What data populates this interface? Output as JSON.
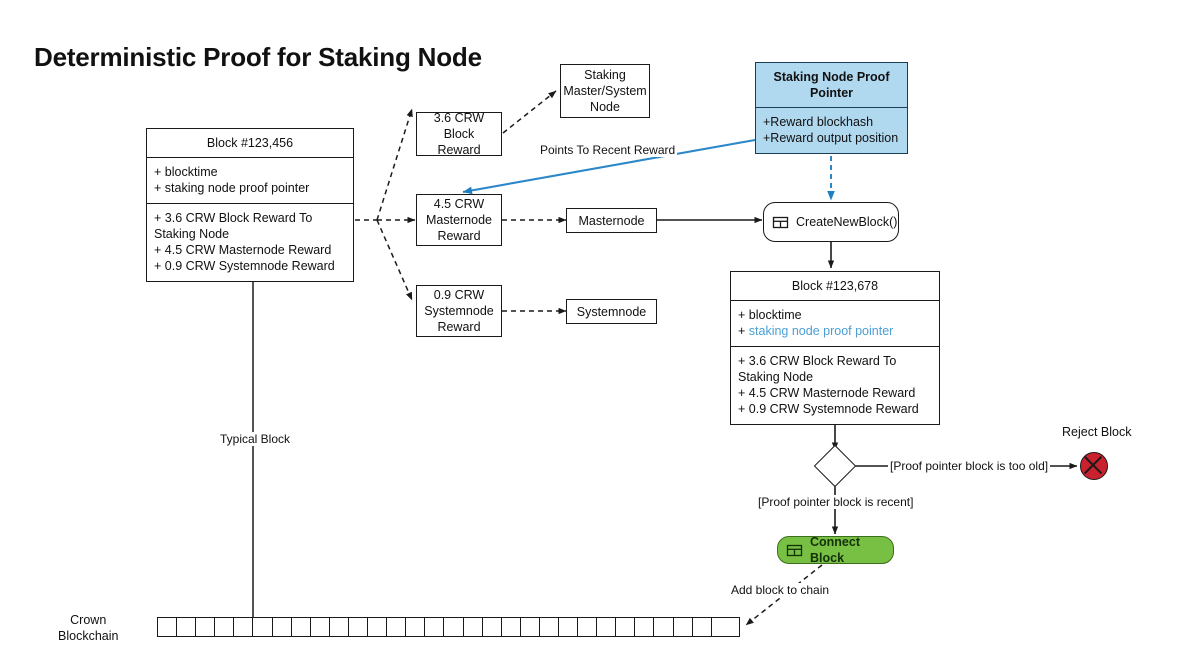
{
  "page": {
    "title": "Deterministic Proof for Staking Node",
    "background": "#ffffff",
    "accent_blue": "#4a9fd4",
    "box_blue_fill": "#b0d8ef",
    "green_fill": "#77c043",
    "reject_red": "#c9212d"
  },
  "blocks": {
    "source_block": {
      "header": "Block #123,456",
      "fields": [
        "+ blocktime",
        "+ staking node proof pointer"
      ],
      "rewards": [
        "+ 3.6 CRW Block Reward To Staking Node",
        "+ 4.5 CRW Masternode Reward",
        "+ 0.9 CRW Systemnode Reward"
      ]
    },
    "new_block": {
      "header": "Block #123,678",
      "fields": [
        {
          "prefix": "+ ",
          "text": "blocktime",
          "highlight": false
        },
        {
          "prefix": "+ ",
          "text": "staking node proof pointer",
          "highlight": true
        }
      ],
      "rewards": [
        "+ 3.6 CRW Block Reward To Staking Node",
        "+ 4.5 CRW Masternode Reward",
        "+ 0.9 CRW Systemnode Reward"
      ]
    }
  },
  "rewards": {
    "block_reward": "3.6 CRW Block Reward",
    "masternode_reward": "4.5 CRW Masternode Reward",
    "systemnode_reward": "0.9 CRW Systemnode Reward"
  },
  "recipients": {
    "staking_master_system_node": "Staking Master/System Node",
    "masternode": "Masternode",
    "systemnode": "Systemnode"
  },
  "proof_pointer": {
    "header": "Staking Node Proof Pointer",
    "fields": [
      "+Reward blockhash",
      "+Reward output position"
    ]
  },
  "activities": {
    "create_new_block": "CreateNewBlock()",
    "connect_block": "Connect Block"
  },
  "terminals": {
    "reject_block": "Reject Block"
  },
  "edge_labels": {
    "points_to_recent_reward": "Points To Recent Reward",
    "typical_block": "Typical Block",
    "proof_too_old": "[Proof pointer block is too old]",
    "proof_recent": "[Proof pointer block is recent]",
    "add_block_to_chain": "Add block to chain"
  },
  "chain": {
    "label_line1": "Crown",
    "label_line2": "Blockchain",
    "cell_count": 30
  },
  "icons": {
    "process_icon": "process-icon"
  }
}
